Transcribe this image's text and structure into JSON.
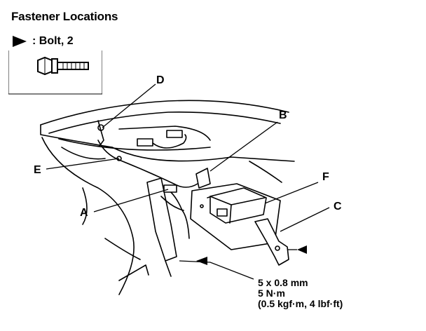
{
  "header": {
    "title": "Fastener Locations"
  },
  "legend": {
    "bolt_label": ": Bolt, 2"
  },
  "callouts": {
    "a": "A",
    "b": "B",
    "c": "C",
    "d": "D",
    "e": "E",
    "f": "F"
  },
  "spec": {
    "size": "5 x 0.8 mm",
    "torque_nm": "5 N·m",
    "torque_alt": "(0.5 kgf·m, 4 lbf·ft)"
  }
}
